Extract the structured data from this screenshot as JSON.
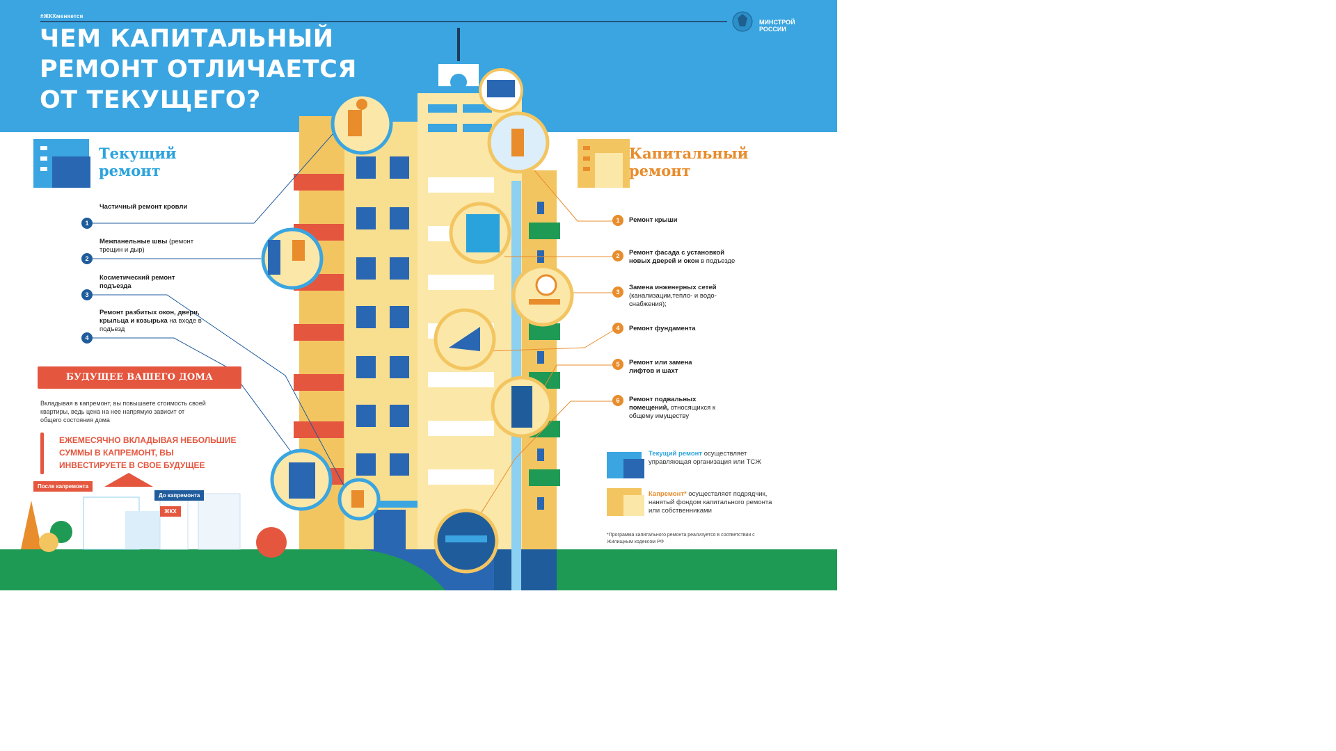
{
  "header": {
    "hashtag": "#ЖКХменяется",
    "title": "ЧЕМ КАПИТАЛЬНЫЙ РЕМОНТ ОТЛИЧАЕТСЯ ОТ ТЕКУЩЕГО?",
    "ministry": "МИНСТРОЙ РОССИИ"
  },
  "current_repair": {
    "title": "Текущий ремонт",
    "items": [
      {
        "num": "1",
        "bold": "Частичный ремонт кровли",
        "normal": ""
      },
      {
        "num": "2",
        "bold": "Межпанельные швы",
        "normal": "(ремонт трещин и дыр)"
      },
      {
        "num": "3",
        "bold": "Косметический ремонт подъезда",
        "normal": ""
      },
      {
        "num": "4",
        "bold": "Ремонт разбитых окон, двери, крыльца и козырька",
        "normal": "на входе в подъезд"
      }
    ]
  },
  "capital_repair": {
    "title": "Капитальный ремонт",
    "items": [
      {
        "num": "1",
        "bold": "Ремонт крыши",
        "normal": ""
      },
      {
        "num": "2",
        "bold": "Ремонт фасада с установкой новых дверей и окон",
        "normal": "в подъезде"
      },
      {
        "num": "3",
        "bold": "Замена инженерных сетей",
        "normal": "(канализации,тепло- и водо-снабжения);"
      },
      {
        "num": "4",
        "bold": "Ремонт фундамента",
        "normal": ""
      },
      {
        "num": "5",
        "bold": "Ремонт или замена лифтов и шахт",
        "normal": ""
      },
      {
        "num": "6",
        "bold": "Ремонт подвальных помещений,",
        "normal": "относящихся к общему имуществу"
      }
    ]
  },
  "future": {
    "banner": "БУДУЩЕЕ ВАШЕГО ДОМА",
    "text": "Вкладывая в капремонт, вы повышаете стоимость своей квартиры, ведь цена на нее напрямую зависит от общего состояния дома",
    "invest": "ЕЖЕМЕСЯЧНО ВКЛАДЫВАЯ НЕБОЛЬШИЕ СУММЫ В КАПРЕМОНТ, ВЫ ИНВЕСТИРУЕТЕ В СВОЕ БУДУЩЕЕ",
    "tag_after": "После капремонта",
    "tag_before": "До капремонта",
    "sign": "ЖКХ"
  },
  "legend": {
    "current_bold": "Текущий ремонт",
    "current_text": "осуществляет управляющая организация или ТСЖ",
    "capital_bold": "Капремонт*",
    "capital_text": "осуществляет подрядчик, нанятый фондом капитального ремонта или собственниками",
    "footnote": "*Программа капитального ремонта реализуется в соответствии с Жилищным кодексом РФ"
  },
  "colors": {
    "sky": "#3aa5e0",
    "blue": "#2aa3dc",
    "orange": "#e88c2c",
    "red": "#e5563f",
    "green": "#1e9a54",
    "building": "#f8de8f"
  }
}
